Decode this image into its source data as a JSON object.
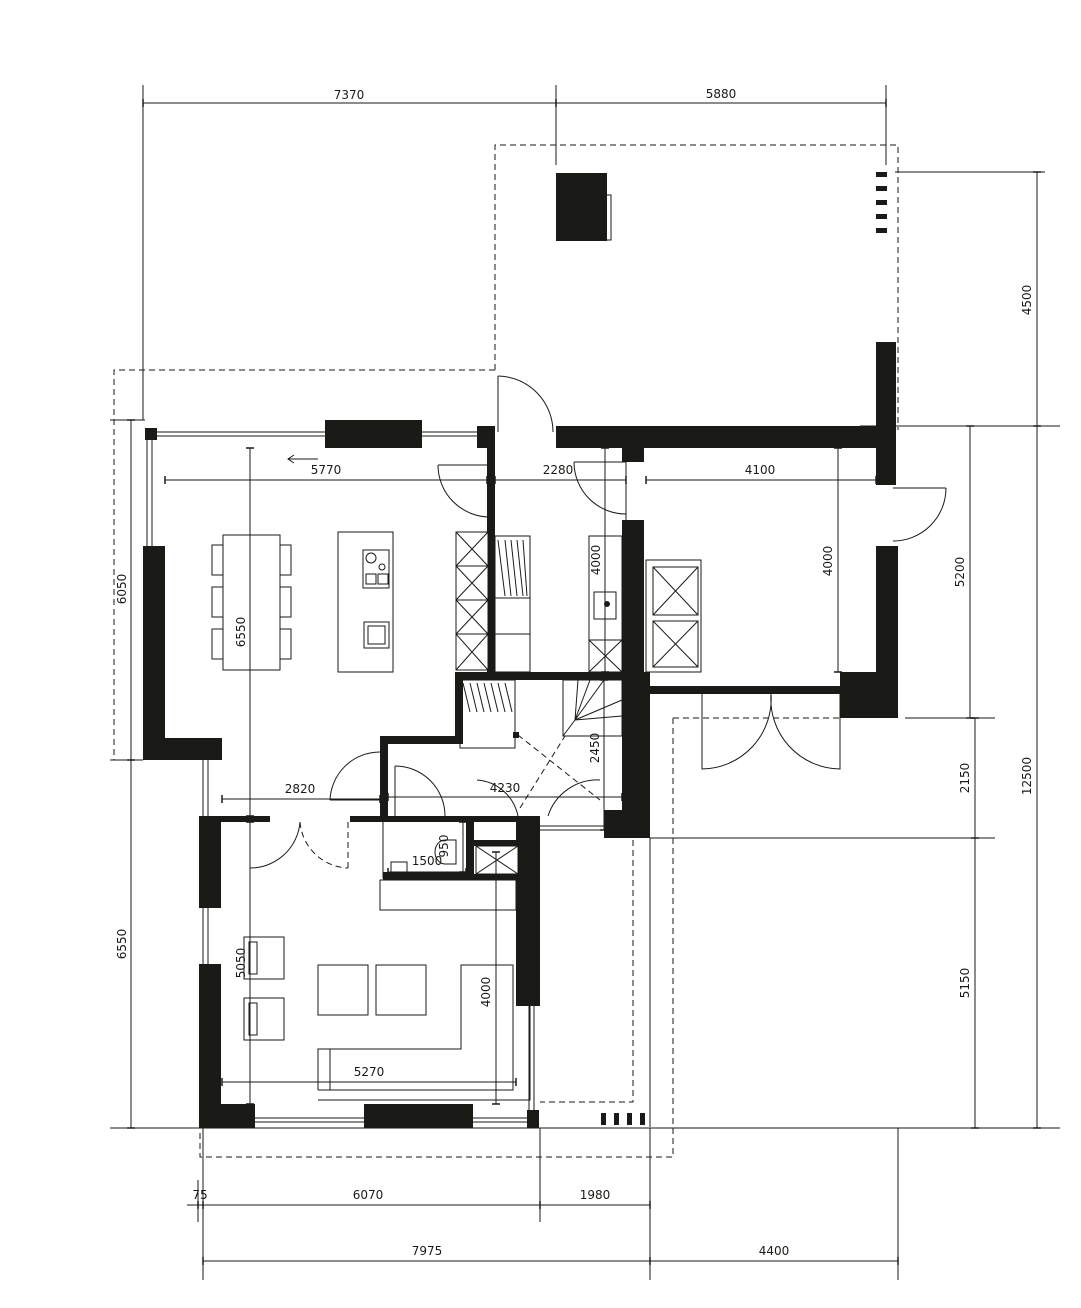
{
  "dimensions": {
    "top_left": "7370",
    "top_right": "5880",
    "right_garden": "4500",
    "right_upper": "5200",
    "right_middle": "2150",
    "right_lower": "5150",
    "right_total": "12500",
    "left_upper": "6050",
    "left_lower": "6550",
    "bottom_a": "75",
    "bottom_b": "6070",
    "bottom_c": "1980",
    "bottom_total_left": "7975",
    "bottom_total_right": "4400",
    "kitchen_width": "5770",
    "kitchen_depth": "6550",
    "utility_width": "2280",
    "utility_depth": "4000",
    "garage_width": "4100",
    "garage_depth": "4000",
    "hall_width": "2820",
    "corridor_width": "4230",
    "stair_depth": "2450",
    "wc_width": "1500",
    "wc_depth": "950",
    "living_width": "5270",
    "living_depth": "5050",
    "living_depth_2": "4000"
  },
  "colors": {
    "wall": "#1a1a16",
    "background": "#ffffff"
  }
}
